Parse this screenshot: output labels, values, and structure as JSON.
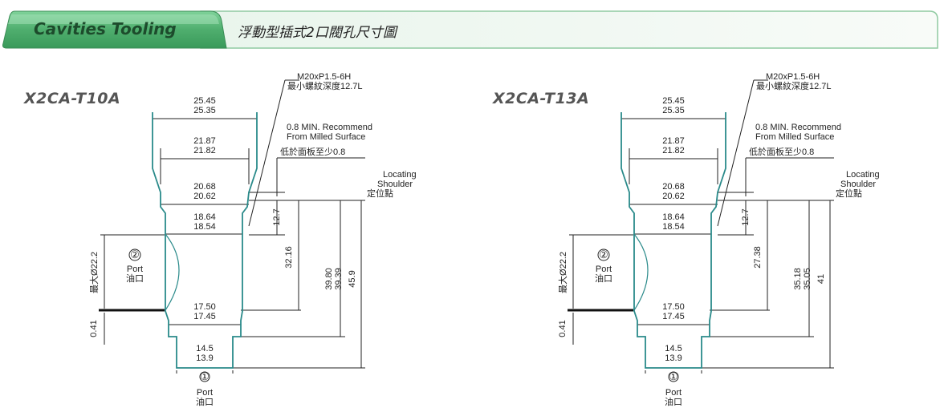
{
  "banner": {
    "tag": "Cavities Tooling",
    "title": "浮動型插式2口閥孔尺寸圖"
  },
  "colors": {
    "banner_green": "#4fae6e",
    "profile_teal": "#2a8a8a"
  },
  "drawings": [
    {
      "model": "X2CA-T10A",
      "thread_line1": "M20xP1.5-6H",
      "thread_line2": "最小螺紋深度12.7L",
      "note_line1": "0.8 MIN. Recommend",
      "note_line2": "From Milled Surface",
      "note_line3": "低於面板至少0.8",
      "locating_line1": "Locating",
      "locating_line2": "Shoulder",
      "locating_line3": "定位點",
      "d1_a": "25.45",
      "d1_b": "25.35",
      "d2_a": "21.87",
      "d2_b": "21.82",
      "d3_a": "20.68",
      "d3_b": "20.62",
      "d4_a": "18.64",
      "d4_b": "18.54",
      "d5_a": "17.50",
      "d5_b": "17.45",
      "d6_a": "14.5",
      "d6_b": "13.9",
      "v_127": "12.7",
      "v_mid": "32.16",
      "v_pair_a": "39.80",
      "v_pair_b": "39.39",
      "v_total": "45.9",
      "port2_num": "②",
      "port2_en": "Port",
      "port2_zh": "油口",
      "port2_dia": "最大Ø22.2",
      "v_041": "0.41",
      "port1_num": "①",
      "port1_en": "Port",
      "port1_zh": "油口"
    },
    {
      "model": "X2CA-T13A",
      "thread_line1": "M20xP1.5-6H",
      "thread_line2": "最小螺紋深度12.7L",
      "note_line1": "0.8 MIN. Recommend",
      "note_line2": "From Milled Surface",
      "note_line3": "低於面板至少0.8",
      "locating_line1": "Locating",
      "locating_line2": "Shoulder",
      "locating_line3": "定位點",
      "d1_a": "25.45",
      "d1_b": "25.35",
      "d2_a": "21.87",
      "d2_b": "21.82",
      "d3_a": "20.68",
      "d3_b": "20.62",
      "d4_a": "18.64",
      "d4_b": "18.54",
      "d5_a": "17.50",
      "d5_b": "17.45",
      "d6_a": "14.5",
      "d6_b": "13.9",
      "v_127": "12.7",
      "v_mid": "27.38",
      "v_pair_a": "35.18",
      "v_pair_b": "35.05",
      "v_total": "41",
      "port2_num": "②",
      "port2_en": "Port",
      "port2_zh": "油口",
      "port2_dia": "最大Ø22.2",
      "v_041": "0.41",
      "port1_num": "①",
      "port1_en": "Port",
      "port1_zh": "油口"
    }
  ]
}
